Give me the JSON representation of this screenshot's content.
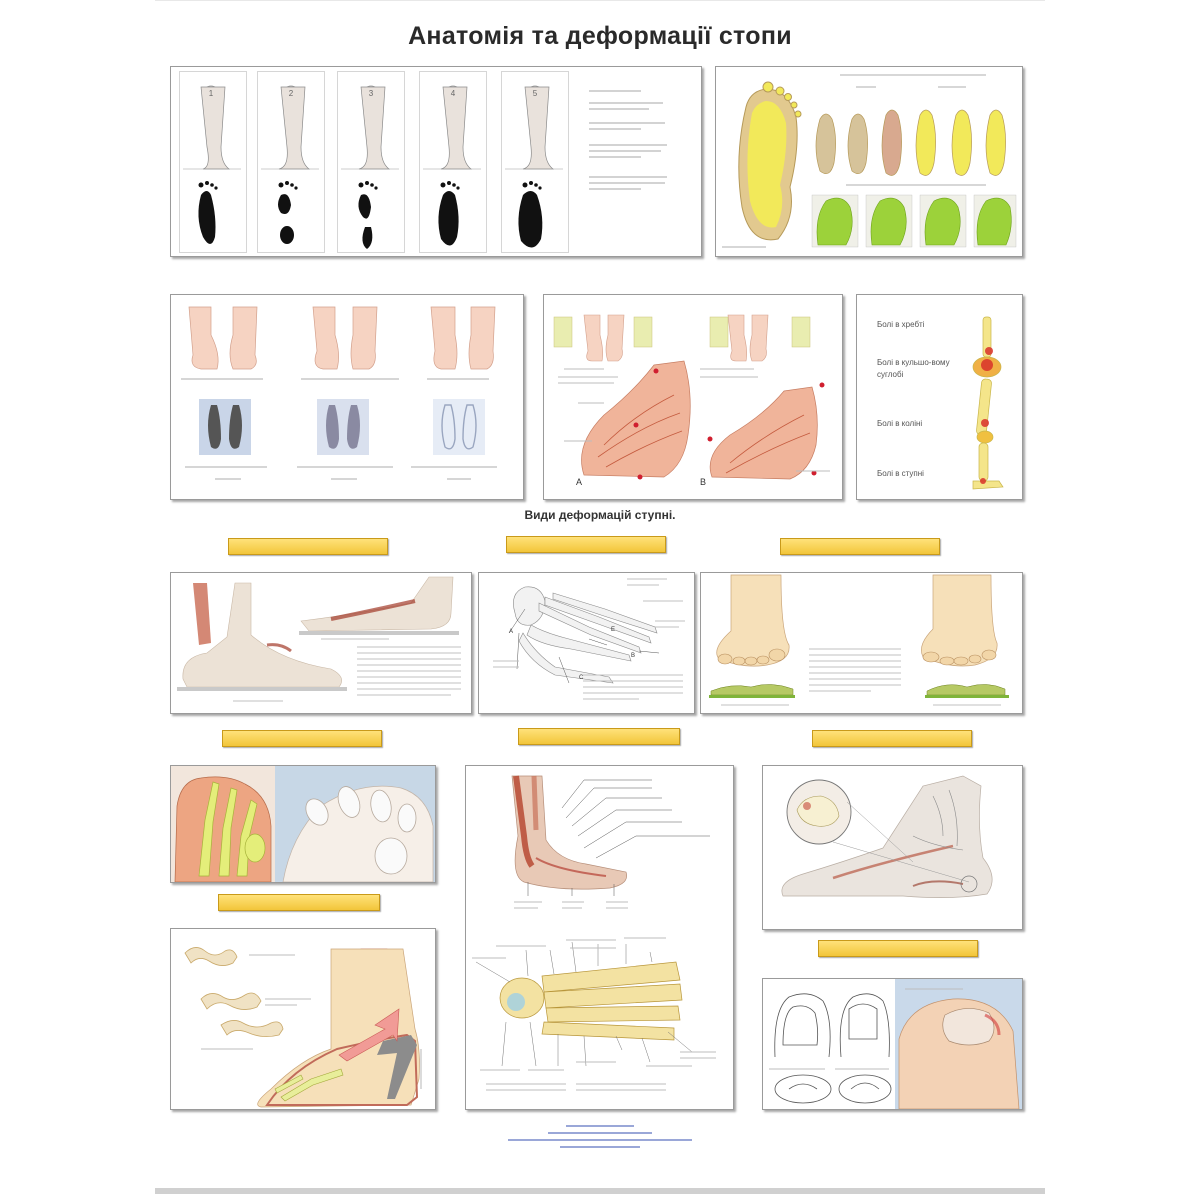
{
  "poster": {
    "title": "Анатомія та деформації стопи",
    "section_heading": "Види деформацій ступні."
  },
  "colors": {
    "label_fill": "#f2c53a",
    "bone": "#f4e58a",
    "skin": "#f3c7a6",
    "muscle": "#c0573f",
    "footprint": "#111111",
    "footer_text": "#4a5fb0"
  },
  "panel_numbers": [
    "1",
    "2",
    "3",
    "4",
    "5"
  ],
  "pain_labels": [
    "Болі в хребті",
    "Болі в кульшо-вому суглобі",
    "Болі в коліні",
    "Болі в ступні"
  ],
  "icons": [
    "foot-skeleton-icon",
    "footprint-icon",
    "arrow-down-icon"
  ]
}
